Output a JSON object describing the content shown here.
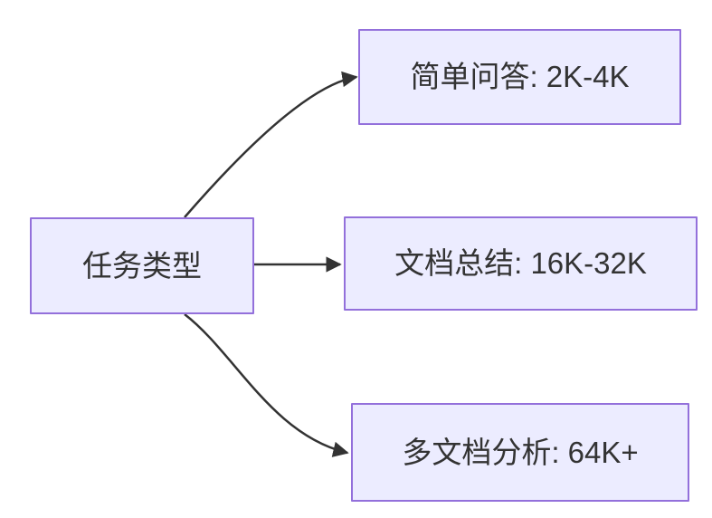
{
  "diagram": {
    "type": "flowchart-left-to-right",
    "root": {
      "id": "task-type",
      "label": "任务类型"
    },
    "branches": [
      {
        "id": "simple-qa",
        "label": "简单问答: 2K-4K"
      },
      {
        "id": "doc-summary",
        "label": "文档总结: 16K-32K"
      },
      {
        "id": "multi-doc",
        "label": "多文档分析: 64K+"
      }
    ],
    "edges": [
      {
        "from": "任务类型",
        "to": "简单问答: 2K-4K"
      },
      {
        "from": "任务类型",
        "to": "文档总结: 16K-32K"
      },
      {
        "from": "任务类型",
        "to": "多文档分析: 64K+"
      }
    ]
  },
  "theme": {
    "node_fill": "#ECECFF",
    "node_border": "#9370DB",
    "edge_color": "#333333",
    "text_color": "#333333",
    "background": "#FFFFFF"
  }
}
